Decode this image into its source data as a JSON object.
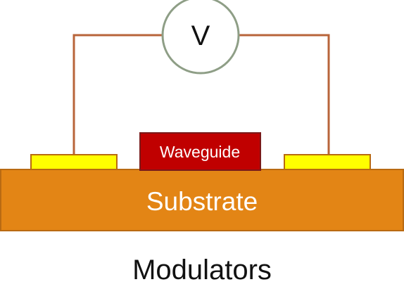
{
  "diagram": {
    "voltmeter_label": "V",
    "waveguide_label": "Waveguide",
    "substrate_label": "Substrate",
    "caption": "Modulators"
  },
  "colors": {
    "wire": "#B8643A",
    "voltmeter_outline": "#8E9E86",
    "voltmeter_fill": "#FFFFFF",
    "substrate_fill": "#E38515",
    "substrate_border": "#B96A12",
    "waveguide_fill": "#C00000",
    "waveguide_border": "#7A1A1A",
    "electrode_fill": "#FFFF00",
    "electrode_border": "#B86A10",
    "label_text": "#FFFFFF",
    "caption_text": "#111111"
  }
}
